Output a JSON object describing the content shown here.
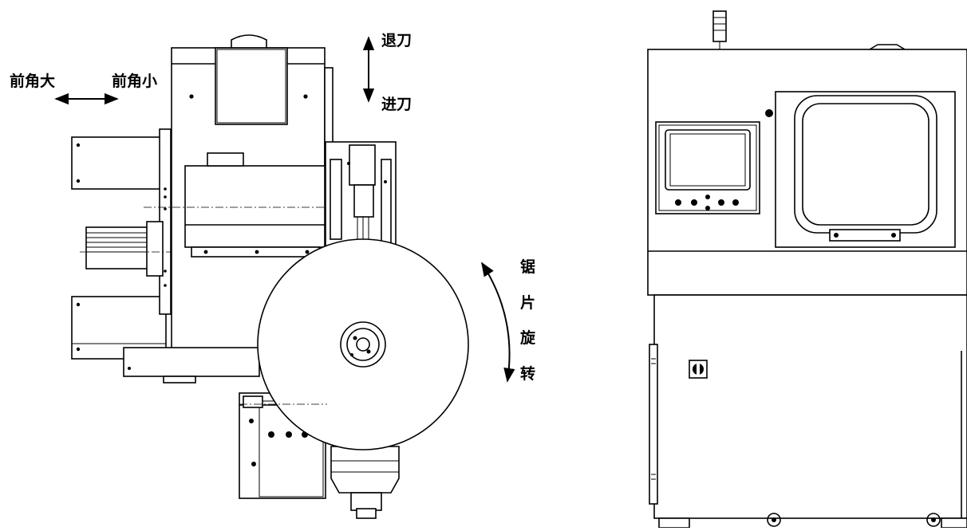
{
  "labels": {
    "rake_large": "前角大",
    "rake_small": "前角小",
    "retract": "退刀",
    "feed": "进刀",
    "blade_rotation": [
      "锯",
      "片",
      "旋",
      "转"
    ]
  }
}
